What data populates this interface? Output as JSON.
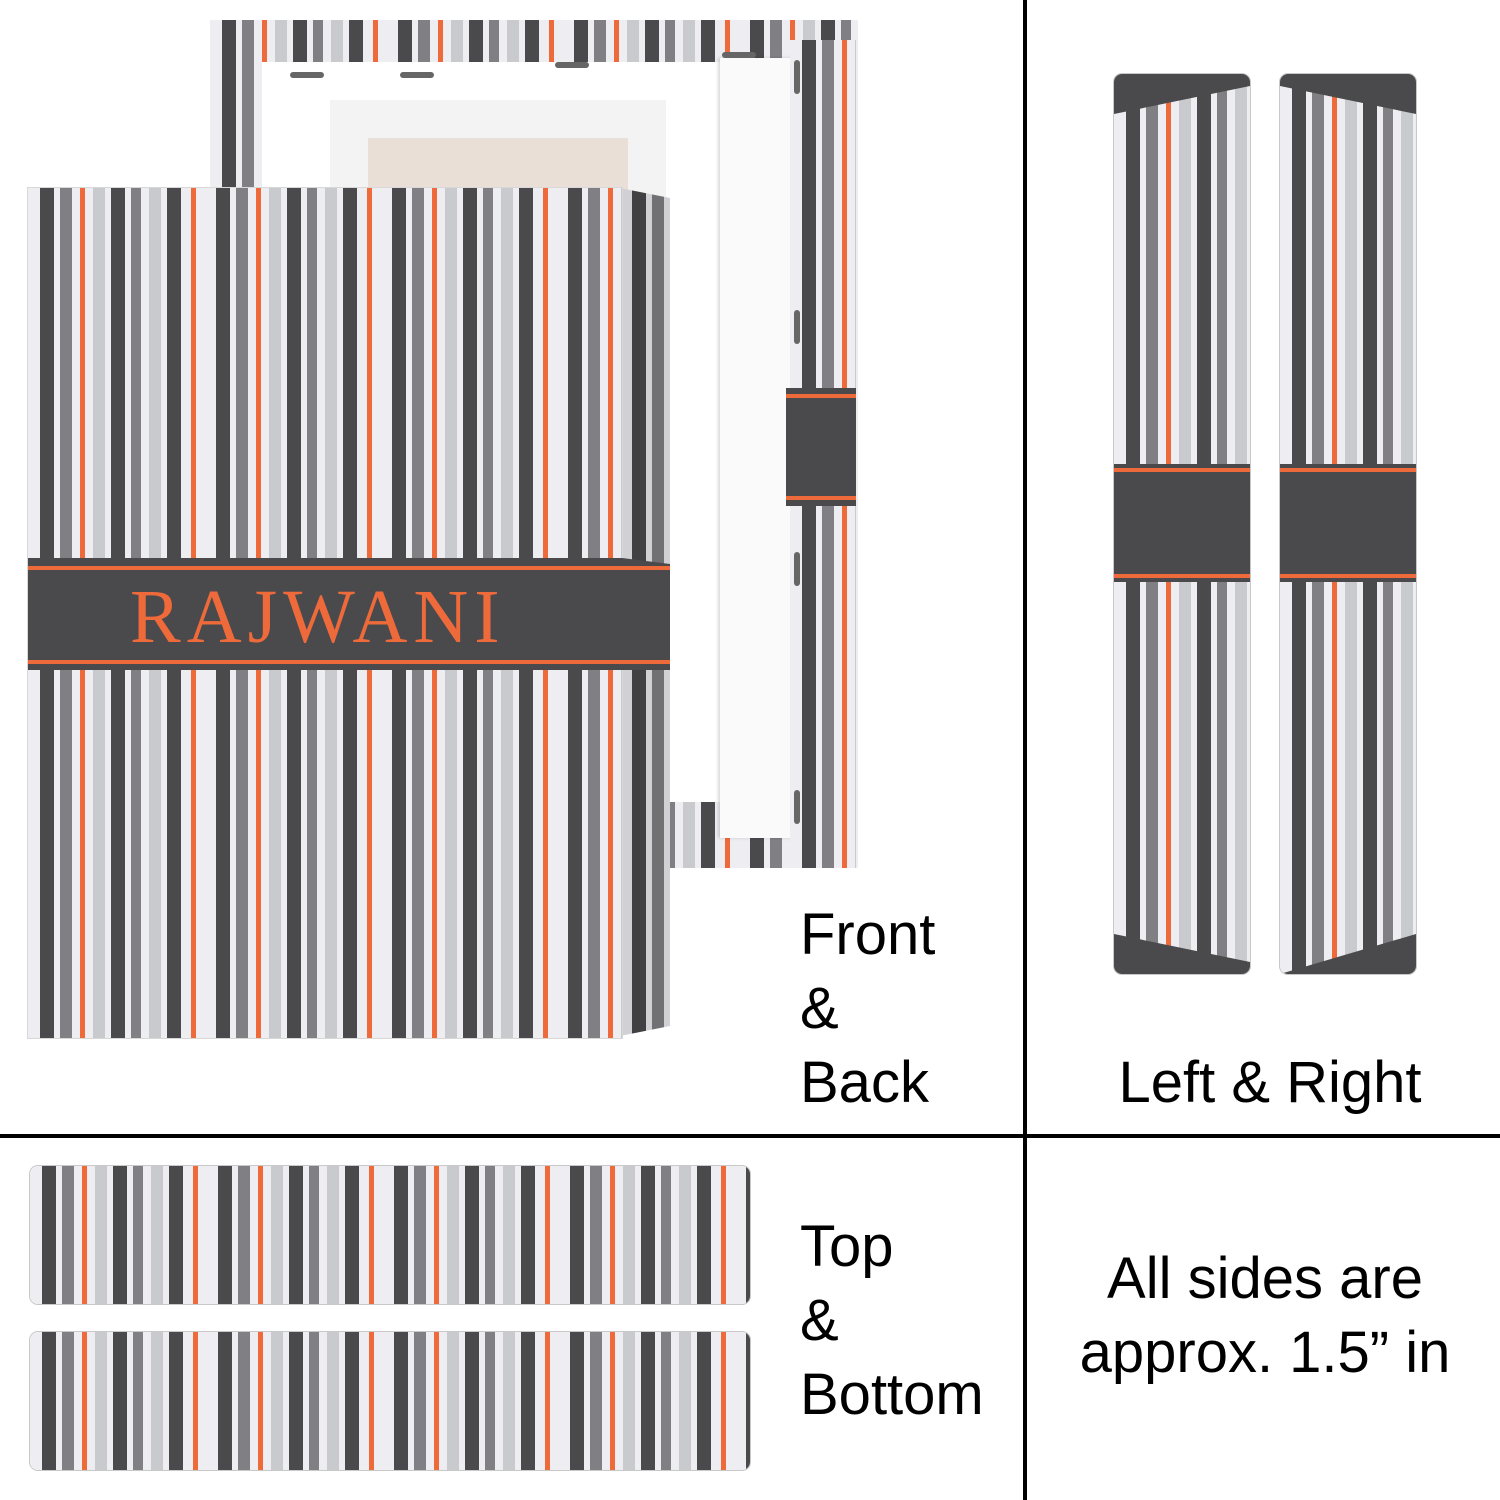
{
  "labels": {
    "front_back": "Front\n&\nBack",
    "left_right": "Left & Right",
    "top_bottom": "Top\n&\nBottom",
    "note": "All sides are\napprox. 1.5” in"
  },
  "canvas": {
    "name_text": "RAJWANI"
  },
  "colors": {
    "dark_gray": "#4a4a4c",
    "mid_gray": "#808084",
    "light_gray": "#c9cace",
    "white_stripe": "#eeeef2",
    "orange": "#ee6a3a",
    "background": "#ffffff",
    "divider": "#000000"
  }
}
